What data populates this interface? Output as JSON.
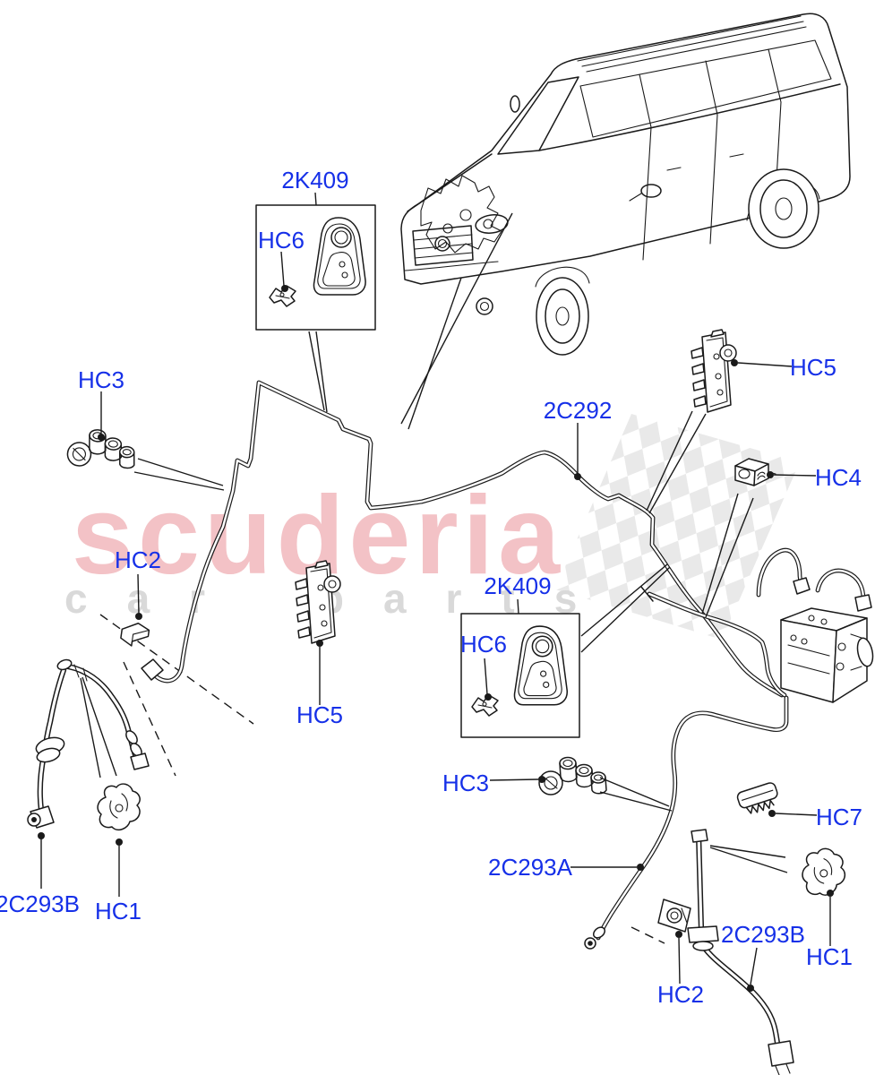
{
  "callouts": {
    "k2409_top": "2K409",
    "hc6_top": "HC6",
    "hc3_front_left": "HC3",
    "hc2_front_left": "HC2",
    "hc5_center": "HC5",
    "k2409_mid": "2K409",
    "hc6_mid": "HC6",
    "c2292": "2C292",
    "hc5_right": "HC5",
    "hc4": "HC4",
    "hc3_bottom": "HC3",
    "c2293a": "2C293A",
    "hc7": "HC7",
    "c2293b_left": "2C293B",
    "hc1_left": "HC1",
    "c2293b_right": "2C293B",
    "hc1_right": "HC1",
    "hc2_bottom": "HC2"
  },
  "watermark": {
    "brand": "scuderia",
    "tagline": "car parts"
  },
  "colors": {
    "callout_blue": "#1630e8",
    "line_black": "#1a1a1a",
    "watermark_pink": "#f3c2c6",
    "watermark_gray": "#d9d9d9",
    "checker_gray": "#e4e4e4"
  }
}
